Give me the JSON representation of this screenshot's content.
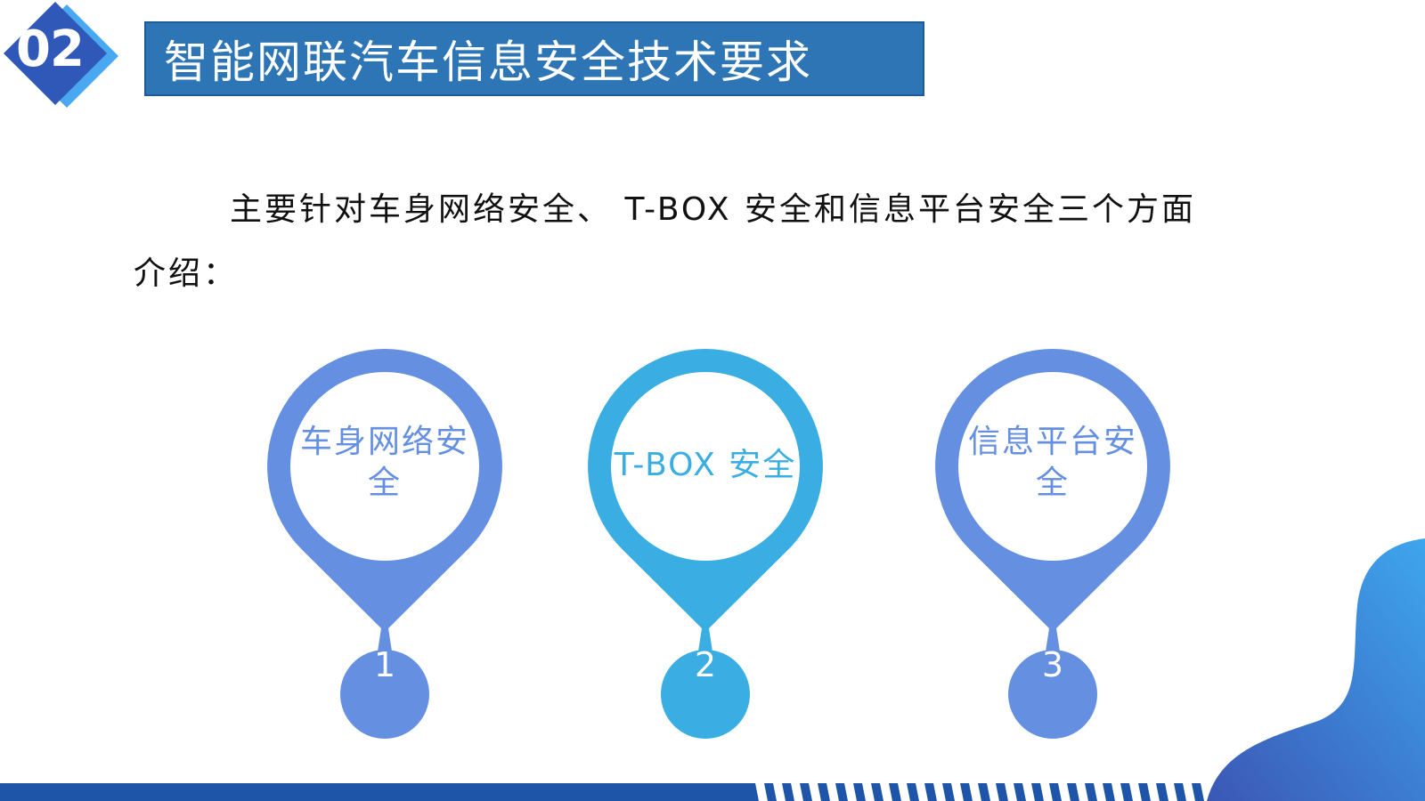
{
  "slide": {
    "badge_number": "02",
    "title": "智能网联汽车信息安全技术要求",
    "intro_text": "主要针对车身网络安全、 T-BOX 安全和信息平台安全三个方面介绍："
  },
  "pins": [
    {
      "label": "车身网络安全",
      "number": "1",
      "color": "#6590e2"
    },
    {
      "label": "T-BOX 安全",
      "number": "2",
      "color": "#3aaee3"
    },
    {
      "label": "信息平台安全",
      "number": "3",
      "color": "#6590e2"
    }
  ],
  "colors": {
    "title_bar": "#2e75b6",
    "badge_dark": "#2f58b8",
    "badge_light": "#4aa8f0",
    "bottom_stripe": "#1e55a8"
  }
}
